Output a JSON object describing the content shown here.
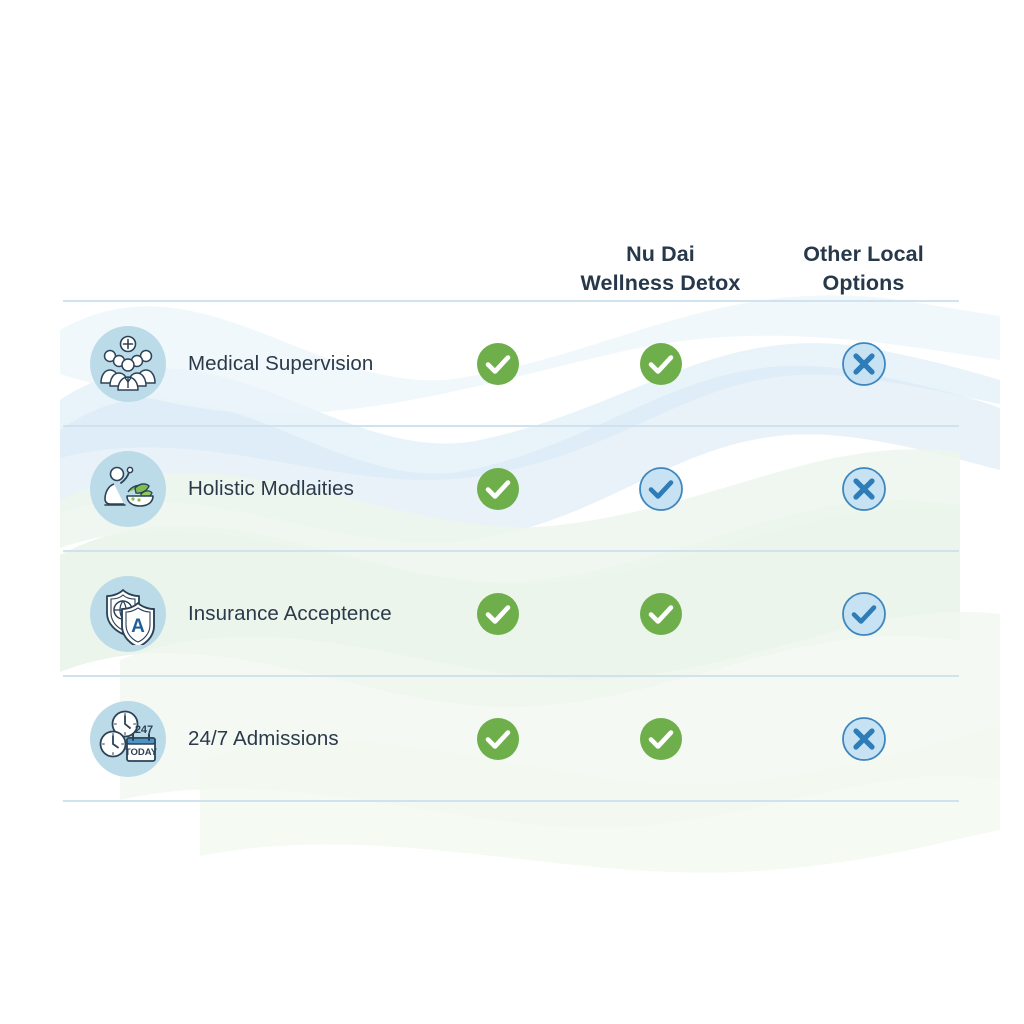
{
  "chart_data": {
    "type": "table",
    "title": "",
    "columns": [
      "",
      "",
      "Nu Dai Wellness Detox",
      "Other Local Options"
    ],
    "categories": [
      "Medical Supervision",
      "Holistic Modlaities",
      "Insurance Acceptence",
      "24/7 Admissions"
    ],
    "series": [
      {
        "name": "Column 1",
        "values": [
          "check-green",
          "check-green",
          "check-green",
          "check-green"
        ]
      },
      {
        "name": "Nu Dai Wellness Detox",
        "values": [
          "check-green",
          "check-blue",
          "check-green",
          "check-green"
        ]
      },
      {
        "name": "Other Local Options",
        "values": [
          "cross-blue",
          "cross-blue",
          "check-blue",
          "cross-blue"
        ]
      }
    ],
    "legend": "",
    "grid": true
  },
  "header": {
    "col_feature": "",
    "col_mark1": "",
    "col_brand": {
      "line1": "Nu Dai",
      "line2": "Wellness Detox"
    },
    "col_other": {
      "line1": "Other Local",
      "line2": "Options"
    }
  },
  "rows": [
    {
      "icon": "medical-team-icon",
      "label": "Medical Supervision",
      "mark1": "check-green",
      "mark2": "check-green",
      "mark3": "cross-blue"
    },
    {
      "icon": "wellness-yoga-salad-icon",
      "label": "Holistic Modlaities",
      "mark1": "check-green",
      "mark2": "check-blue",
      "mark3": "cross-blue"
    },
    {
      "icon": "insurance-shields-icon",
      "label": "Insurance Acceptence",
      "mark1": "check-green",
      "mark2": "check-green",
      "mark3": "check-blue"
    },
    {
      "icon": "clock-calendar-icon",
      "label": "24/7 Admissions",
      "mark1": "check-green",
      "mark2": "check-green",
      "mark3": "cross-blue"
    }
  ],
  "icon_text": {
    "insurance_shield_letter": "A",
    "calendar_label": "TODAY",
    "clock_badge": "247"
  },
  "colors": {
    "check_green": "#6EAE4B",
    "mark_blue": "#2E7CB8",
    "mark_blue_fill": "#C3DFF0",
    "icon_circle_blue": "#BCDBE9",
    "text_dark": "#27384a",
    "divider": "#CFE2EE",
    "wave_blue": "#DCEEF7",
    "wave_green": "#E4F0E2",
    "background": "#FFFFFF"
  }
}
